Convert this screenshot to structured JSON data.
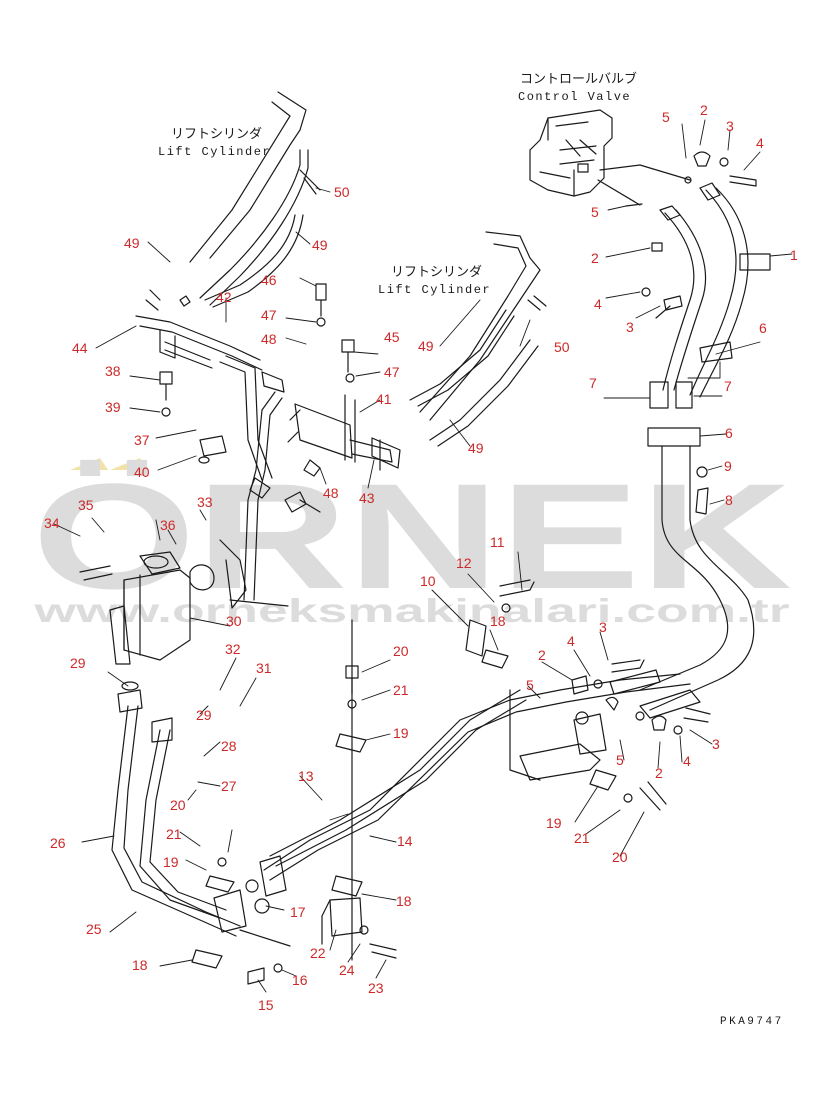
{
  "diagram": {
    "code": "PKA9747",
    "watermark": {
      "brand": "ÖRNEK",
      "url": "www.orneksmakinalari.com.tr"
    },
    "titles": [
      {
        "id": "control-valve",
        "jp": "コントロールバルブ",
        "en": "Control Valve"
      },
      {
        "id": "lift-cylinder-left",
        "jp": "リフトシリンダ",
        "en": "Lift Cylinder"
      },
      {
        "id": "lift-cylinder-right",
        "jp": "リフトシリンダ",
        "en": "Lift Cylinder"
      }
    ],
    "callouts": [
      "1",
      "2",
      "3",
      "4",
      "5",
      "2",
      "4",
      "3",
      "5",
      "6",
      "7",
      "7",
      "6",
      "9",
      "8",
      "50",
      "49",
      "49",
      "46",
      "42",
      "47",
      "48",
      "45",
      "47",
      "44",
      "38",
      "39",
      "37",
      "40",
      "41",
      "50",
      "49",
      "49",
      "48",
      "43",
      "35",
      "33",
      "34",
      "36",
      "11",
      "12",
      "10",
      "18",
      "2",
      "4",
      "3",
      "5",
      "2",
      "4",
      "3",
      "30",
      "32",
      "31",
      "29",
      "29",
      "20",
      "21",
      "5",
      "19",
      "28",
      "27",
      "20",
      "21",
      "26",
      "19",
      "13",
      "14",
      "19",
      "21",
      "20",
      "25",
      "17",
      "18",
      "22",
      "24",
      "23",
      "18",
      "16",
      "15"
    ]
  },
  "colors": {
    "line": "#1a1a1a",
    "callout": "#cc2a2a",
    "watermark": "#dcdcdc",
    "watermark_accent": "#f1e3a8"
  }
}
